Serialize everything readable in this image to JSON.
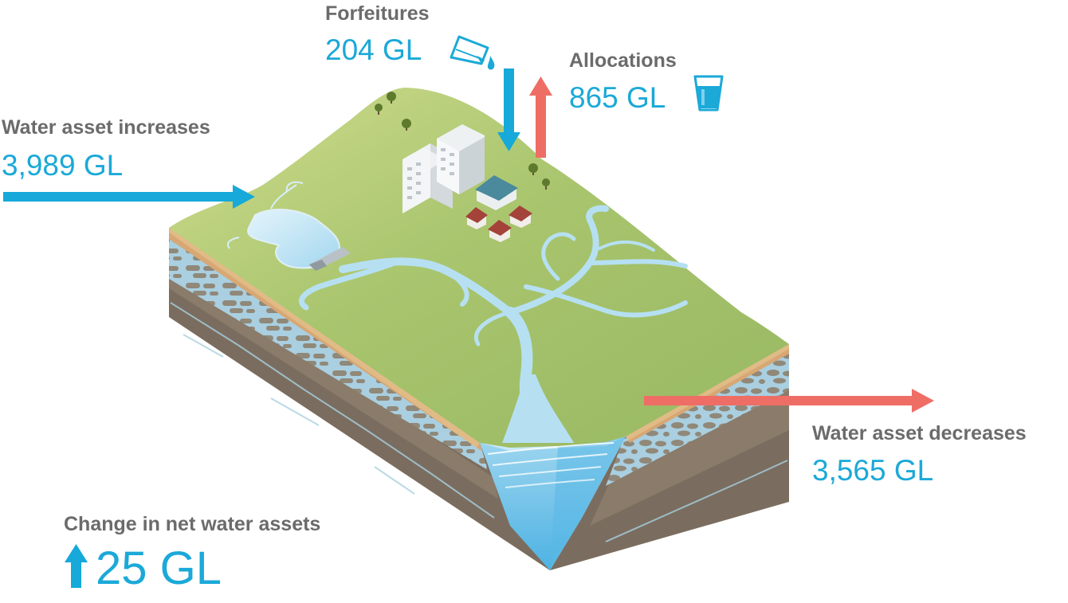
{
  "flows": {
    "forfeitures": {
      "label": "Forfeitures",
      "value": "204 GL",
      "direction": "into landscape",
      "icon": "spilling-glass-icon"
    },
    "allocations": {
      "label": "Allocations",
      "value": "865 GL",
      "direction": "out of landscape",
      "icon": "water-glass-icon"
    },
    "increases": {
      "label": "Water asset increases",
      "value": "3,989 GL",
      "direction": "into landscape"
    },
    "decreases": {
      "label": "Water asset decreases",
      "value": "3,565 GL",
      "direction": "out of landscape"
    },
    "net_change": {
      "label": "Change in net water assets",
      "value": "25 GL",
      "direction": "up"
    }
  },
  "colors": {
    "inflow_arrow": "#16a9d9",
    "outflow_arrow": "#ee6e66",
    "value_text": "#1ba9d8",
    "label_text": "#6b6b6b",
    "land": "#a3c26a",
    "water": "#a8dbf0"
  }
}
